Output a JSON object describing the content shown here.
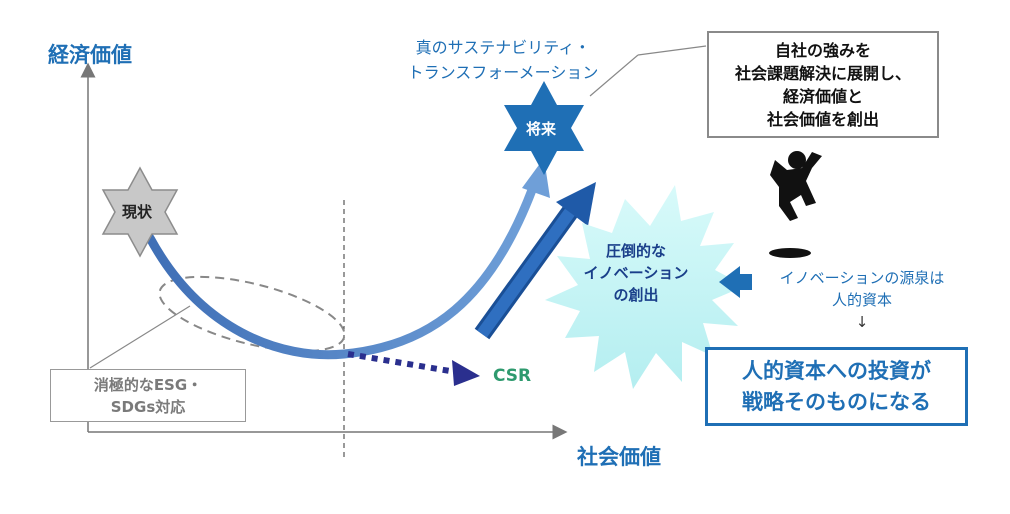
{
  "axes": {
    "y_label": "経済価値",
    "x_label": "社会価値"
  },
  "stars": {
    "current": "現状",
    "future": "将来"
  },
  "labels": {
    "true_sx_line1": "真のサステナビリティ・",
    "true_sx_line2": "トランスフォーメーション",
    "csr": "CSR",
    "passive_line1": "消極的なESG・",
    "passive_line2": "SDGs対応",
    "innovation_line1": "圧倒的な",
    "innovation_line2": "イノベーション",
    "innovation_line3": "の創出",
    "source_line1": "イノベーションの源泉は",
    "source_line2": "人的資本",
    "source_arrow": "↓"
  },
  "callout": {
    "line1": "自社の強みを",
    "line2": "社会課題解決に展開し、",
    "line3": "経済価値と",
    "line4": "社会価値を創出"
  },
  "conclusion": {
    "line1": "人的資本への投資が",
    "line2": "戦略そのものになる"
  },
  "icons": {
    "person": "jumping-person-icon"
  },
  "colors": {
    "accent_blue": "#1f6fb5",
    "curve_blue": "#4f7fc4",
    "star_dark": "#1f6fb5",
    "star_gray": "#c8c8c8",
    "burst_teal": "#c5f4f5",
    "csr_green": "#2e9a6e",
    "dotted_navy": "#2a2f8e",
    "gray_text": "#7a7a7a"
  }
}
